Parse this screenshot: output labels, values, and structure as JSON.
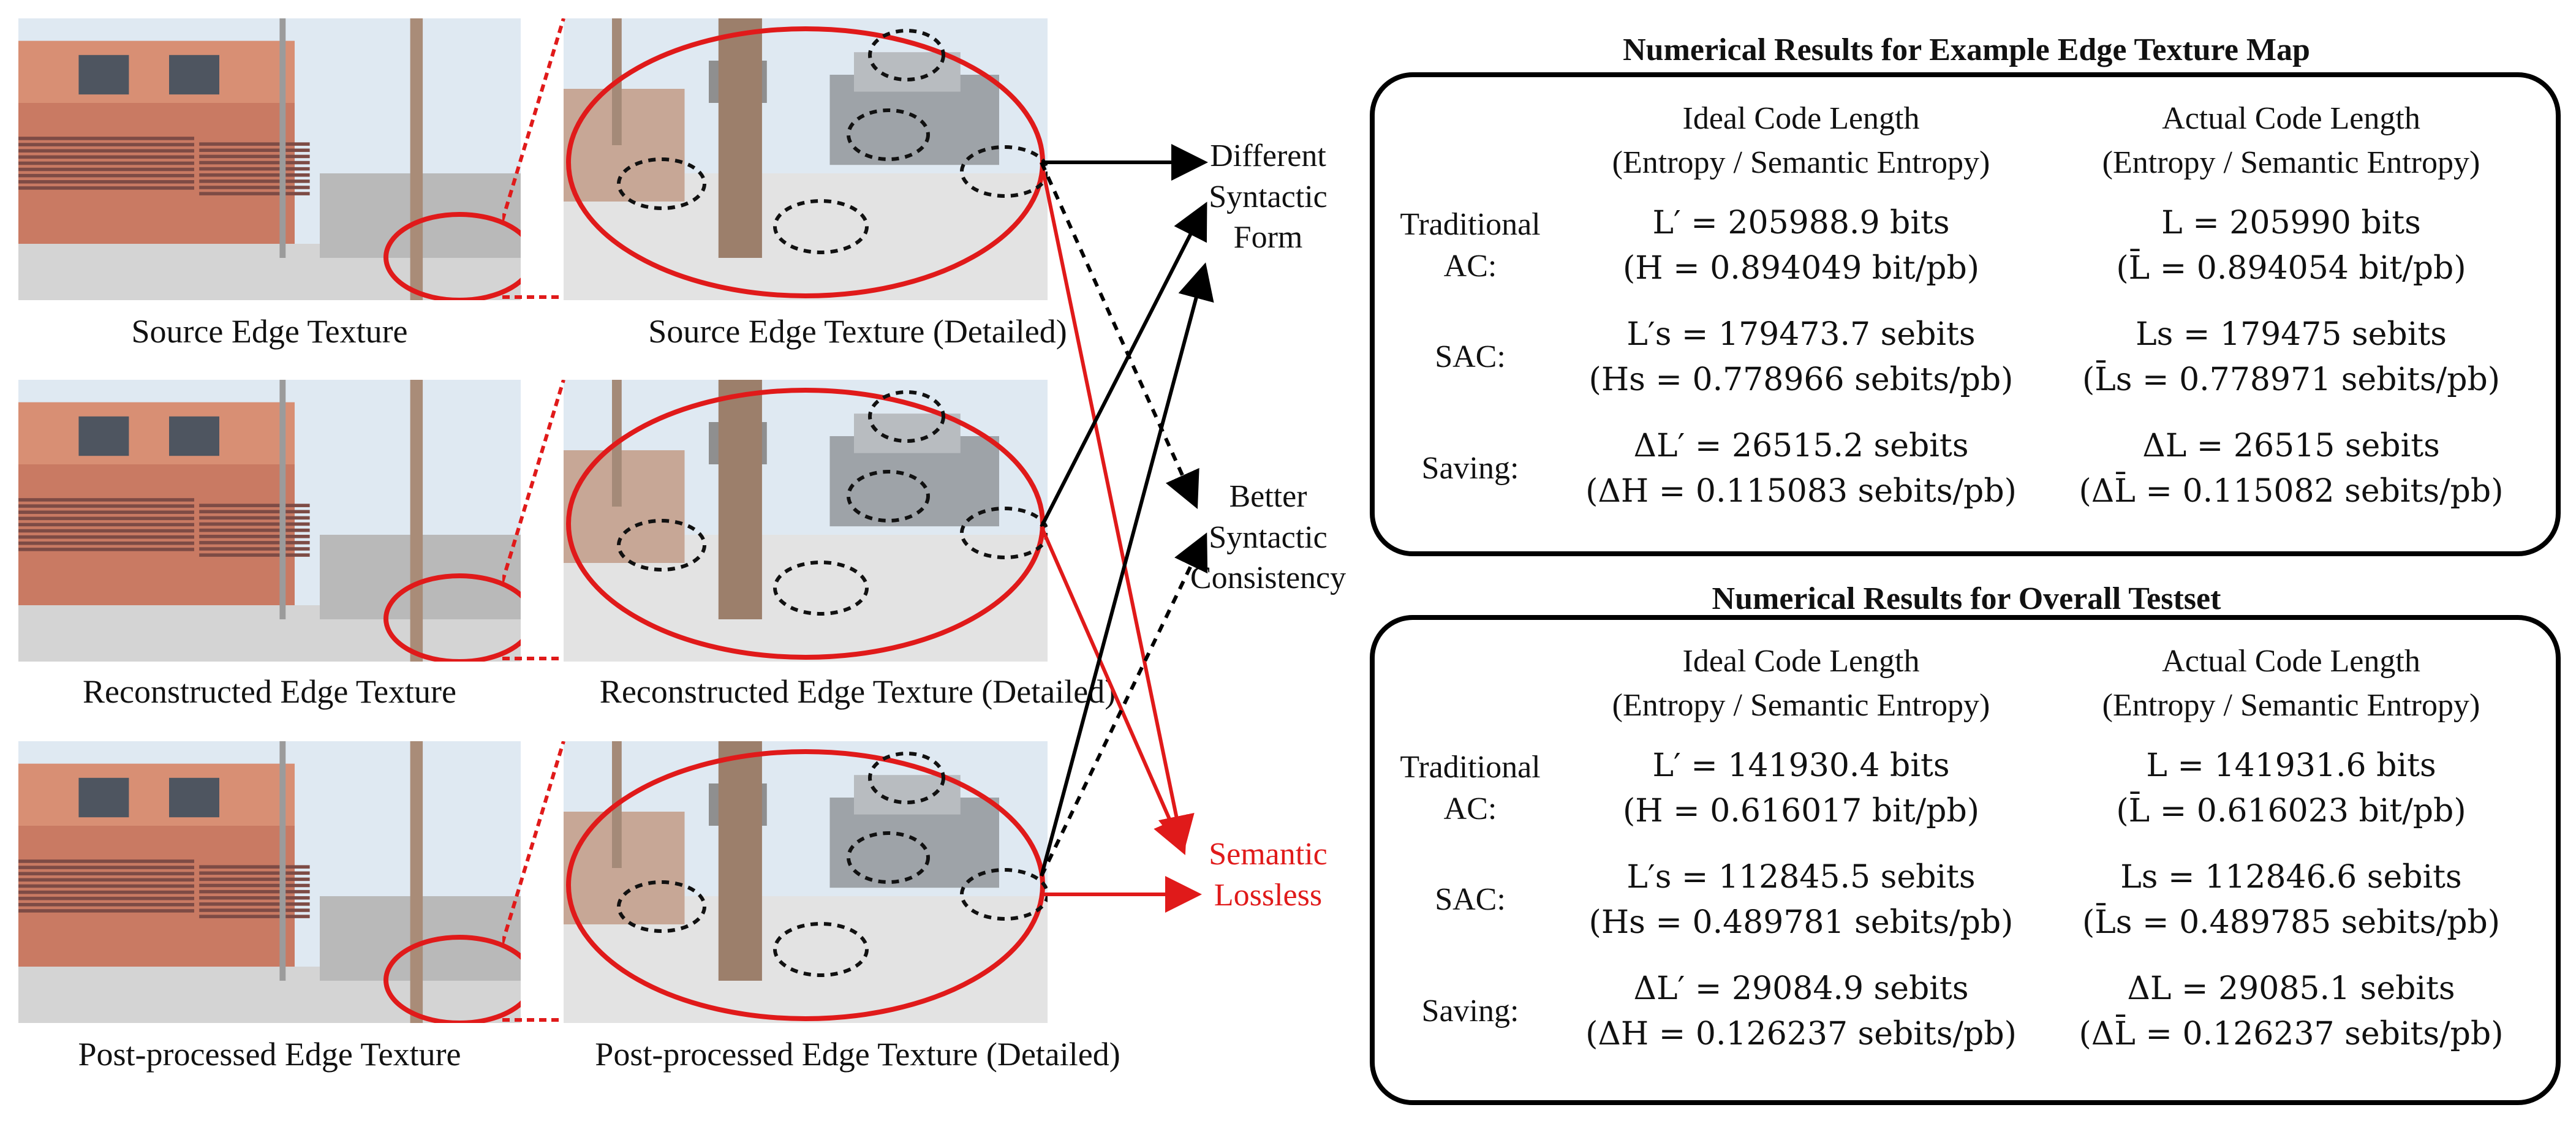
{
  "captions": {
    "source": "Source Edge Texture",
    "source_detailed": "Source Edge Texture (Detailed)",
    "reconstructed": "Reconstructed Edge Texture",
    "reconstructed_detailed": "Reconstructed Edge Texture (Detailed)",
    "postprocessed": "Post-processed Edge Texture",
    "postprocessed_detailed": "Post-processed Edge Texture (Detailed)"
  },
  "flow_labels": {
    "different_1": "Different",
    "different_2": "Syntactic",
    "different_3": "Form",
    "better_1": "Better",
    "better_2": "Syntactic",
    "better_3": "Consistency",
    "semantic_1": "Semantic",
    "semantic_2": "Lossless"
  },
  "colors": {
    "accent_red": "#e01a1a",
    "frame_black": "#000000"
  },
  "panels": [
    {
      "title": "Numerical Results for Example Edge Texture Map",
      "ideal_header_1": "Ideal Code Length",
      "ideal_header_2": "(Entropy / Semantic Entropy)",
      "actual_header_1": "Actual Code Length",
      "actual_header_2": "(Entropy / Semantic Entropy)",
      "rows": [
        {
          "label_1": "Traditional",
          "label_2": "AC:",
          "ideal_1": "L′ = 205988.9 bits",
          "ideal_2": "(H = 0.894049 bit/pb)",
          "actual_1": "L = 205990 bits",
          "actual_2": "(L̄ = 0.894054 bit/pb)"
        },
        {
          "label_1": "SAC:",
          "label_2": "",
          "ideal_1": "L′s = 179473.7 sebits",
          "ideal_2": "(Hs = 0.778966 sebits/pb)",
          "actual_1": "Ls = 179475 sebits",
          "actual_2": "(L̄s = 0.778971 sebits/pb)"
        },
        {
          "label_1": "Saving:",
          "label_2": "",
          "ideal_1": "ΔL′ = 26515.2 sebits",
          "ideal_2": "(ΔH = 0.115083 sebits/pb)",
          "actual_1": "ΔL = 26515 sebits",
          "actual_2": "(ΔL̄ = 0.115082 sebits/pb)"
        }
      ]
    },
    {
      "title": "Numerical Results for Overall Testset",
      "ideal_header_1": "Ideal Code Length",
      "ideal_header_2": "(Entropy / Semantic Entropy)",
      "actual_header_1": "Actual Code Length",
      "actual_header_2": "(Entropy / Semantic Entropy)",
      "rows": [
        {
          "label_1": "Traditional",
          "label_2": "AC:",
          "ideal_1": "L′ = 141930.4 bits",
          "ideal_2": "(H = 0.616017 bit/pb)",
          "actual_1": "L = 141931.6 bits",
          "actual_2": "(L̄ = 0.616023 bit/pb)"
        },
        {
          "label_1": "SAC:",
          "label_2": "",
          "ideal_1": "L′s = 112845.5 sebits",
          "ideal_2": "(Hs = 0.489781 sebits/pb)",
          "actual_1": "Ls = 112846.6 sebits",
          "actual_2": "(L̄s = 0.489785 sebits/pb)"
        },
        {
          "label_1": "Saving:",
          "label_2": "",
          "ideal_1": "ΔL′ = 29084.9 sebits",
          "ideal_2": "(ΔH = 0.126237 sebits/pb)",
          "actual_1": "ΔL = 29085.1 sebits",
          "actual_2": "(ΔL̄ = 0.126237 sebits/pb)"
        }
      ]
    }
  ]
}
